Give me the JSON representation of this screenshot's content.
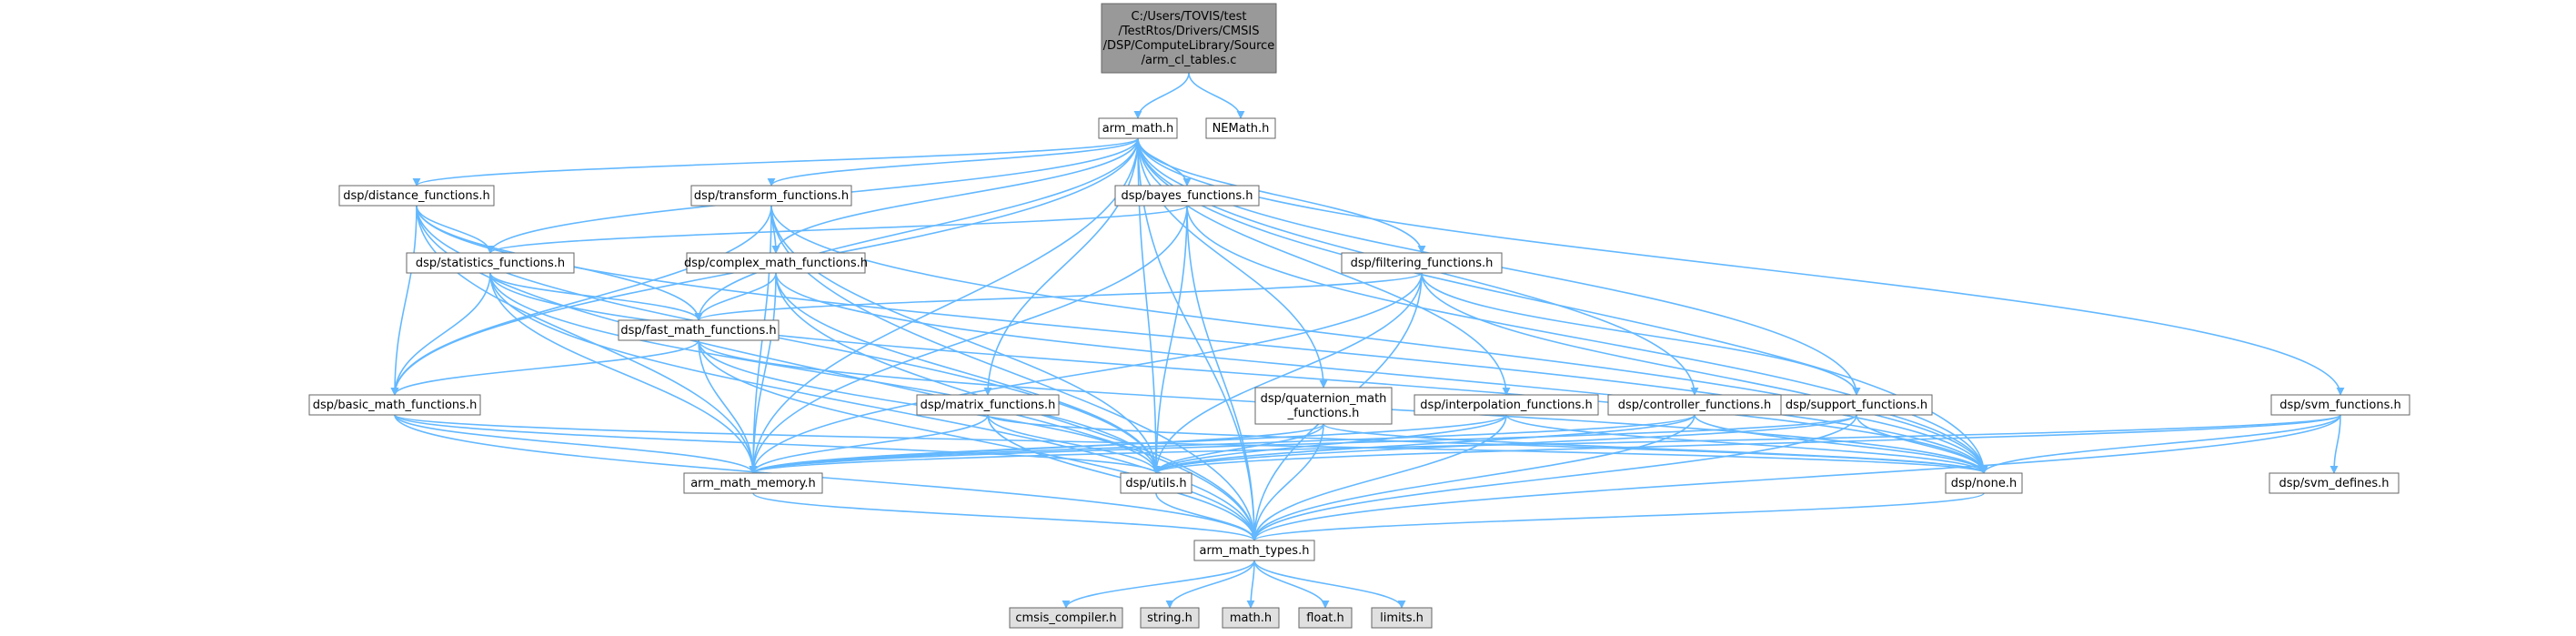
{
  "colors": {
    "edge": "#63b8ff",
    "node_border": "#666666",
    "root_fill": "#999999",
    "file_fill": "#ffffff",
    "system_fill": "#e0e0e0"
  },
  "nodes": [
    {
      "id": "root",
      "lines": [
        "C:/Users/TOVIS/test",
        "/TestRtos/Drivers/CMSIS",
        "/DSP/ComputeLibrary/Source",
        "/arm_cl_tables.c"
      ],
      "kind": "root"
    },
    {
      "id": "arm_math",
      "lines": [
        "arm_math.h"
      ],
      "kind": "file"
    },
    {
      "id": "nemath",
      "lines": [
        "NEMath.h"
      ],
      "kind": "file"
    },
    {
      "id": "distance",
      "lines": [
        "dsp/distance_functions.h"
      ],
      "kind": "file"
    },
    {
      "id": "transform",
      "lines": [
        "dsp/transform_functions.h"
      ],
      "kind": "file"
    },
    {
      "id": "bayes",
      "lines": [
        "dsp/bayes_functions.h"
      ],
      "kind": "file"
    },
    {
      "id": "statistics",
      "lines": [
        "dsp/statistics_functions.h"
      ],
      "kind": "file"
    },
    {
      "id": "complex",
      "lines": [
        "dsp/complex_math_functions.h"
      ],
      "kind": "file"
    },
    {
      "id": "filtering",
      "lines": [
        "dsp/filtering_functions.h"
      ],
      "kind": "file"
    },
    {
      "id": "fastmath",
      "lines": [
        "dsp/fast_math_functions.h"
      ],
      "kind": "file"
    },
    {
      "id": "basicmath",
      "lines": [
        "dsp/basic_math_functions.h"
      ],
      "kind": "file"
    },
    {
      "id": "matrix",
      "lines": [
        "dsp/matrix_functions.h"
      ],
      "kind": "file"
    },
    {
      "id": "quaternion",
      "lines": [
        "dsp/quaternion_math",
        "_functions.h"
      ],
      "kind": "file"
    },
    {
      "id": "interpolation",
      "lines": [
        "dsp/interpolation_functions.h"
      ],
      "kind": "file"
    },
    {
      "id": "controller",
      "lines": [
        "dsp/controller_functions.h"
      ],
      "kind": "file"
    },
    {
      "id": "support",
      "lines": [
        "dsp/support_functions.h"
      ],
      "kind": "file"
    },
    {
      "id": "svm",
      "lines": [
        "dsp/svm_functions.h"
      ],
      "kind": "file"
    },
    {
      "id": "memory",
      "lines": [
        "arm_math_memory.h"
      ],
      "kind": "file"
    },
    {
      "id": "utils",
      "lines": [
        "dsp/utils.h"
      ],
      "kind": "file"
    },
    {
      "id": "none",
      "lines": [
        "dsp/none.h"
      ],
      "kind": "file"
    },
    {
      "id": "svmdefines",
      "lines": [
        "dsp/svm_defines.h"
      ],
      "kind": "file"
    },
    {
      "id": "types",
      "lines": [
        "arm_math_types.h"
      ],
      "kind": "file"
    },
    {
      "id": "cmsis",
      "lines": [
        "cmsis_compiler.h"
      ],
      "kind": "system"
    },
    {
      "id": "string",
      "lines": [
        "string.h"
      ],
      "kind": "system"
    },
    {
      "id": "mathh",
      "lines": [
        "math.h"
      ],
      "kind": "system"
    },
    {
      "id": "float",
      "lines": [
        "float.h"
      ],
      "kind": "system"
    },
    {
      "id": "limits",
      "lines": [
        "limits.h"
      ],
      "kind": "system"
    }
  ],
  "edges": [
    [
      "root",
      "arm_math"
    ],
    [
      "root",
      "nemath"
    ],
    [
      "arm_math",
      "distance"
    ],
    [
      "arm_math",
      "transform"
    ],
    [
      "arm_math",
      "bayes"
    ],
    [
      "arm_math",
      "statistics"
    ],
    [
      "arm_math",
      "complex"
    ],
    [
      "arm_math",
      "filtering"
    ],
    [
      "arm_math",
      "fastmath"
    ],
    [
      "arm_math",
      "basicmath"
    ],
    [
      "arm_math",
      "matrix"
    ],
    [
      "arm_math",
      "quaternion"
    ],
    [
      "arm_math",
      "interpolation"
    ],
    [
      "arm_math",
      "controller"
    ],
    [
      "arm_math",
      "support"
    ],
    [
      "arm_math",
      "svm"
    ],
    [
      "arm_math",
      "memory"
    ],
    [
      "arm_math",
      "utils"
    ],
    [
      "arm_math",
      "none"
    ],
    [
      "arm_math",
      "types"
    ],
    [
      "distance",
      "statistics"
    ],
    [
      "distance",
      "basicmath"
    ],
    [
      "distance",
      "fastmath"
    ],
    [
      "distance",
      "memory"
    ],
    [
      "distance",
      "types"
    ],
    [
      "distance",
      "utils"
    ],
    [
      "distance",
      "none"
    ],
    [
      "transform",
      "complex"
    ],
    [
      "transform",
      "basicmath"
    ],
    [
      "transform",
      "memory"
    ],
    [
      "transform",
      "types"
    ],
    [
      "transform",
      "utils"
    ],
    [
      "transform",
      "none"
    ],
    [
      "bayes",
      "statistics"
    ],
    [
      "bayes",
      "memory"
    ],
    [
      "bayes",
      "types"
    ],
    [
      "bayes",
      "utils"
    ],
    [
      "bayes",
      "none"
    ],
    [
      "statistics",
      "fastmath"
    ],
    [
      "statistics",
      "basicmath"
    ],
    [
      "statistics",
      "memory"
    ],
    [
      "statistics",
      "types"
    ],
    [
      "statistics",
      "utils"
    ],
    [
      "statistics",
      "none"
    ],
    [
      "complex",
      "fastmath"
    ],
    [
      "complex",
      "memory"
    ],
    [
      "complex",
      "types"
    ],
    [
      "complex",
      "utils"
    ],
    [
      "complex",
      "none"
    ],
    [
      "filtering",
      "fastmath"
    ],
    [
      "filtering",
      "support"
    ],
    [
      "filtering",
      "memory"
    ],
    [
      "filtering",
      "types"
    ],
    [
      "filtering",
      "utils"
    ],
    [
      "filtering",
      "none"
    ],
    [
      "fastmath",
      "basicmath"
    ],
    [
      "fastmath",
      "memory"
    ],
    [
      "fastmath",
      "types"
    ],
    [
      "fastmath",
      "utils"
    ],
    [
      "fastmath",
      "none"
    ],
    [
      "basicmath",
      "memory"
    ],
    [
      "basicmath",
      "types"
    ],
    [
      "basicmath",
      "utils"
    ],
    [
      "basicmath",
      "none"
    ],
    [
      "matrix",
      "memory"
    ],
    [
      "matrix",
      "types"
    ],
    [
      "matrix",
      "utils"
    ],
    [
      "matrix",
      "none"
    ],
    [
      "quaternion",
      "memory"
    ],
    [
      "quaternion",
      "types"
    ],
    [
      "quaternion",
      "utils"
    ],
    [
      "quaternion",
      "none"
    ],
    [
      "interpolation",
      "memory"
    ],
    [
      "interpolation",
      "types"
    ],
    [
      "interpolation",
      "utils"
    ],
    [
      "interpolation",
      "none"
    ],
    [
      "controller",
      "memory"
    ],
    [
      "controller",
      "types"
    ],
    [
      "controller",
      "utils"
    ],
    [
      "controller",
      "none"
    ],
    [
      "support",
      "memory"
    ],
    [
      "support",
      "types"
    ],
    [
      "support",
      "utils"
    ],
    [
      "support",
      "none"
    ],
    [
      "svm",
      "svmdefines"
    ],
    [
      "svm",
      "memory"
    ],
    [
      "svm",
      "types"
    ],
    [
      "svm",
      "utils"
    ],
    [
      "svm",
      "none"
    ],
    [
      "memory",
      "types"
    ],
    [
      "utils",
      "types"
    ],
    [
      "none",
      "types"
    ],
    [
      "types",
      "cmsis"
    ],
    [
      "types",
      "string"
    ],
    [
      "types",
      "mathh"
    ],
    [
      "types",
      "float"
    ],
    [
      "types",
      "limits"
    ]
  ]
}
